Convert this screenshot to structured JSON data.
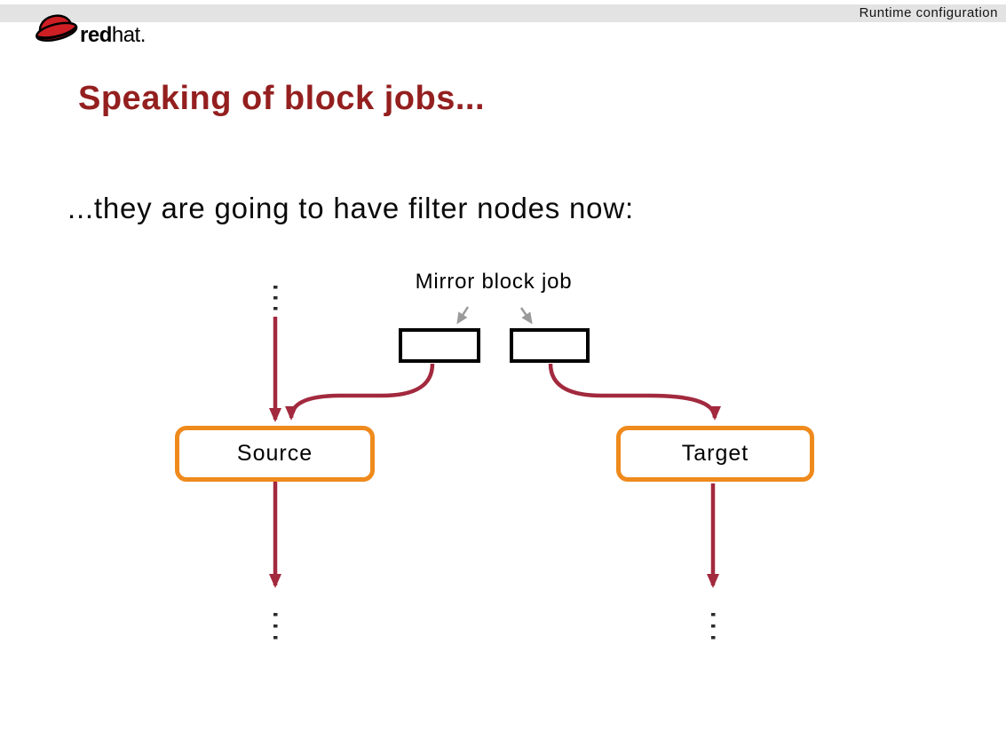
{
  "header": {
    "right_label": "Runtime configuration"
  },
  "logo": {
    "word_bold": "red",
    "word_rest": "hat."
  },
  "slide": {
    "title": "Speaking of block jobs...",
    "body": "...they are going to have filter nodes now:"
  },
  "diagram": {
    "job_label": "Mirror block job",
    "source_label": "Source",
    "target_label": "Target"
  },
  "colors": {
    "maroon": "#A2293E",
    "orange": "#EF8A1C",
    "title_red": "#941F1F",
    "gray_arrow": "#9A9A9A",
    "header_bg": "#E3E3E3",
    "logo_red": "#CE1F25"
  }
}
